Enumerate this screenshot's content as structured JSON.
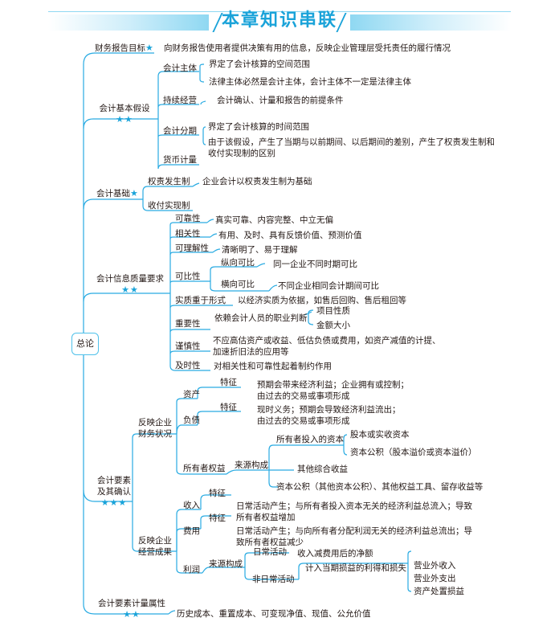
{
  "banner": {
    "title": "本章知识串联"
  },
  "root": {
    "label": "总论"
  },
  "stars": {
    "one": "★",
    "two": "★★",
    "three": "★★★"
  },
  "objective": {
    "label": "财务报告目标",
    "text": "向财务报告使用者提供决策有用的信息，反映企业管理层受托责任的履行情况"
  },
  "assumptions": {
    "label": "会计基本假设",
    "entity": {
      "label": "会计主体",
      "items": [
        "界定了会计核算的空间范围",
        "法律主体必然是会计主体，会计主体不一定是法律主体"
      ]
    },
    "going_concern": {
      "label": "持续经营",
      "text": "会计确认、计量和报告的前提条件"
    },
    "period": {
      "label": "会计分期",
      "items": [
        "界定了会计核算的时间范围",
        "由于该假设，产生了当期与以前期间、以后期间的差别，产生了权责发生制和",
        "收付实现制的区别"
      ]
    },
    "currency": {
      "label": "货币计量"
    }
  },
  "basis": {
    "label": "会计基础",
    "accrual": {
      "label": "权责发生制",
      "text": "企业会计以权责发生制为基础"
    },
    "cash": {
      "label": "收付实现制"
    }
  },
  "quality": {
    "label": "会计信息质量要求",
    "reliability": {
      "label": "可靠性",
      "text": "真实可靠、内容完整、中立无偏"
    },
    "relevance": {
      "label": "相关性",
      "text": "有用、及时、具有反馈价值、预测价值"
    },
    "understandability": {
      "label": "可理解性",
      "text": "清晰明了、易于理解"
    },
    "comparability": {
      "label": "可比性",
      "vertical": {
        "label": "纵向可比",
        "text": "同一企业不同时期可比"
      },
      "horizontal": {
        "label": "横向可比",
        "text": "不同企业相同会计期间可比"
      }
    },
    "substance": {
      "label": "实质重于形式",
      "text": "以经济实质为依据，如售后回购、售后租回等"
    },
    "materiality": {
      "label": "重要性",
      "text": "依赖会计人员的职业判断",
      "items": [
        "项目性质",
        "金额大小"
      ]
    },
    "prudence": {
      "label": "谨慎性",
      "lines": [
        "不应高估资产或收益、低估负债或费用，如资产减值的计提、",
        "加速折旧法的应用等"
      ]
    },
    "timeliness": {
      "label": "及时性",
      "text": "对相关性和可靠性起着制约作用"
    }
  },
  "elements": {
    "label_line1": "会计要素",
    "label_line2": "及其确认",
    "financial_position": {
      "label_line1": "反映企业",
      "label_line2": "财务状况",
      "assets": {
        "label": "资产",
        "feature": "特征",
        "lines": [
          "预期会带来经济利益；企业拥有或控制；",
          "由过去的交易或事项形成"
        ]
      },
      "liabilities": {
        "label": "负债",
        "feature": "特征",
        "lines": [
          "现时义务；预期会导致经济利益流出；",
          "由过去的交易或事项形成"
        ]
      },
      "equity": {
        "label": "所有者权益",
        "source": "来源构成",
        "contributed": {
          "label": "所有者投入的资本",
          "items": [
            "股本或实收资本",
            "资本公积（股本溢价或资本溢价）"
          ]
        },
        "oci": "其他综合收益",
        "other": "资本公积（其他资本公积）、其他权益工具、留存收益等"
      }
    },
    "operating_results": {
      "label_line1": "反映企业",
      "label_line2": "经营成果",
      "revenue": {
        "label": "收入",
        "feature": "特征",
        "lines": [
          "日常活动产生；与所有者投入资本无关的经济利益总流入；导致",
          "所有者权益增加"
        ]
      },
      "expenses": {
        "label": "费用",
        "feature": "特征",
        "lines": [
          "日常活动产生；与向所有者分配利润无关的经济利益总流出；导",
          "致所有者权益减少"
        ]
      },
      "profit": {
        "label": "利润",
        "source": "来源构成",
        "ordinary": {
          "label": "日常活动",
          "text": "收入减费用后的净额"
        },
        "non_ordinary": {
          "label": "非日常活动",
          "text": "计入当期损益的利得和损失",
          "items": [
            "营业外收入",
            "营业外支出",
            "资产处置损益"
          ]
        }
      }
    }
  },
  "measurement": {
    "label": "会计要素计量属性",
    "text": "历史成本、重置成本、可变现净值、现值、公允价值"
  }
}
